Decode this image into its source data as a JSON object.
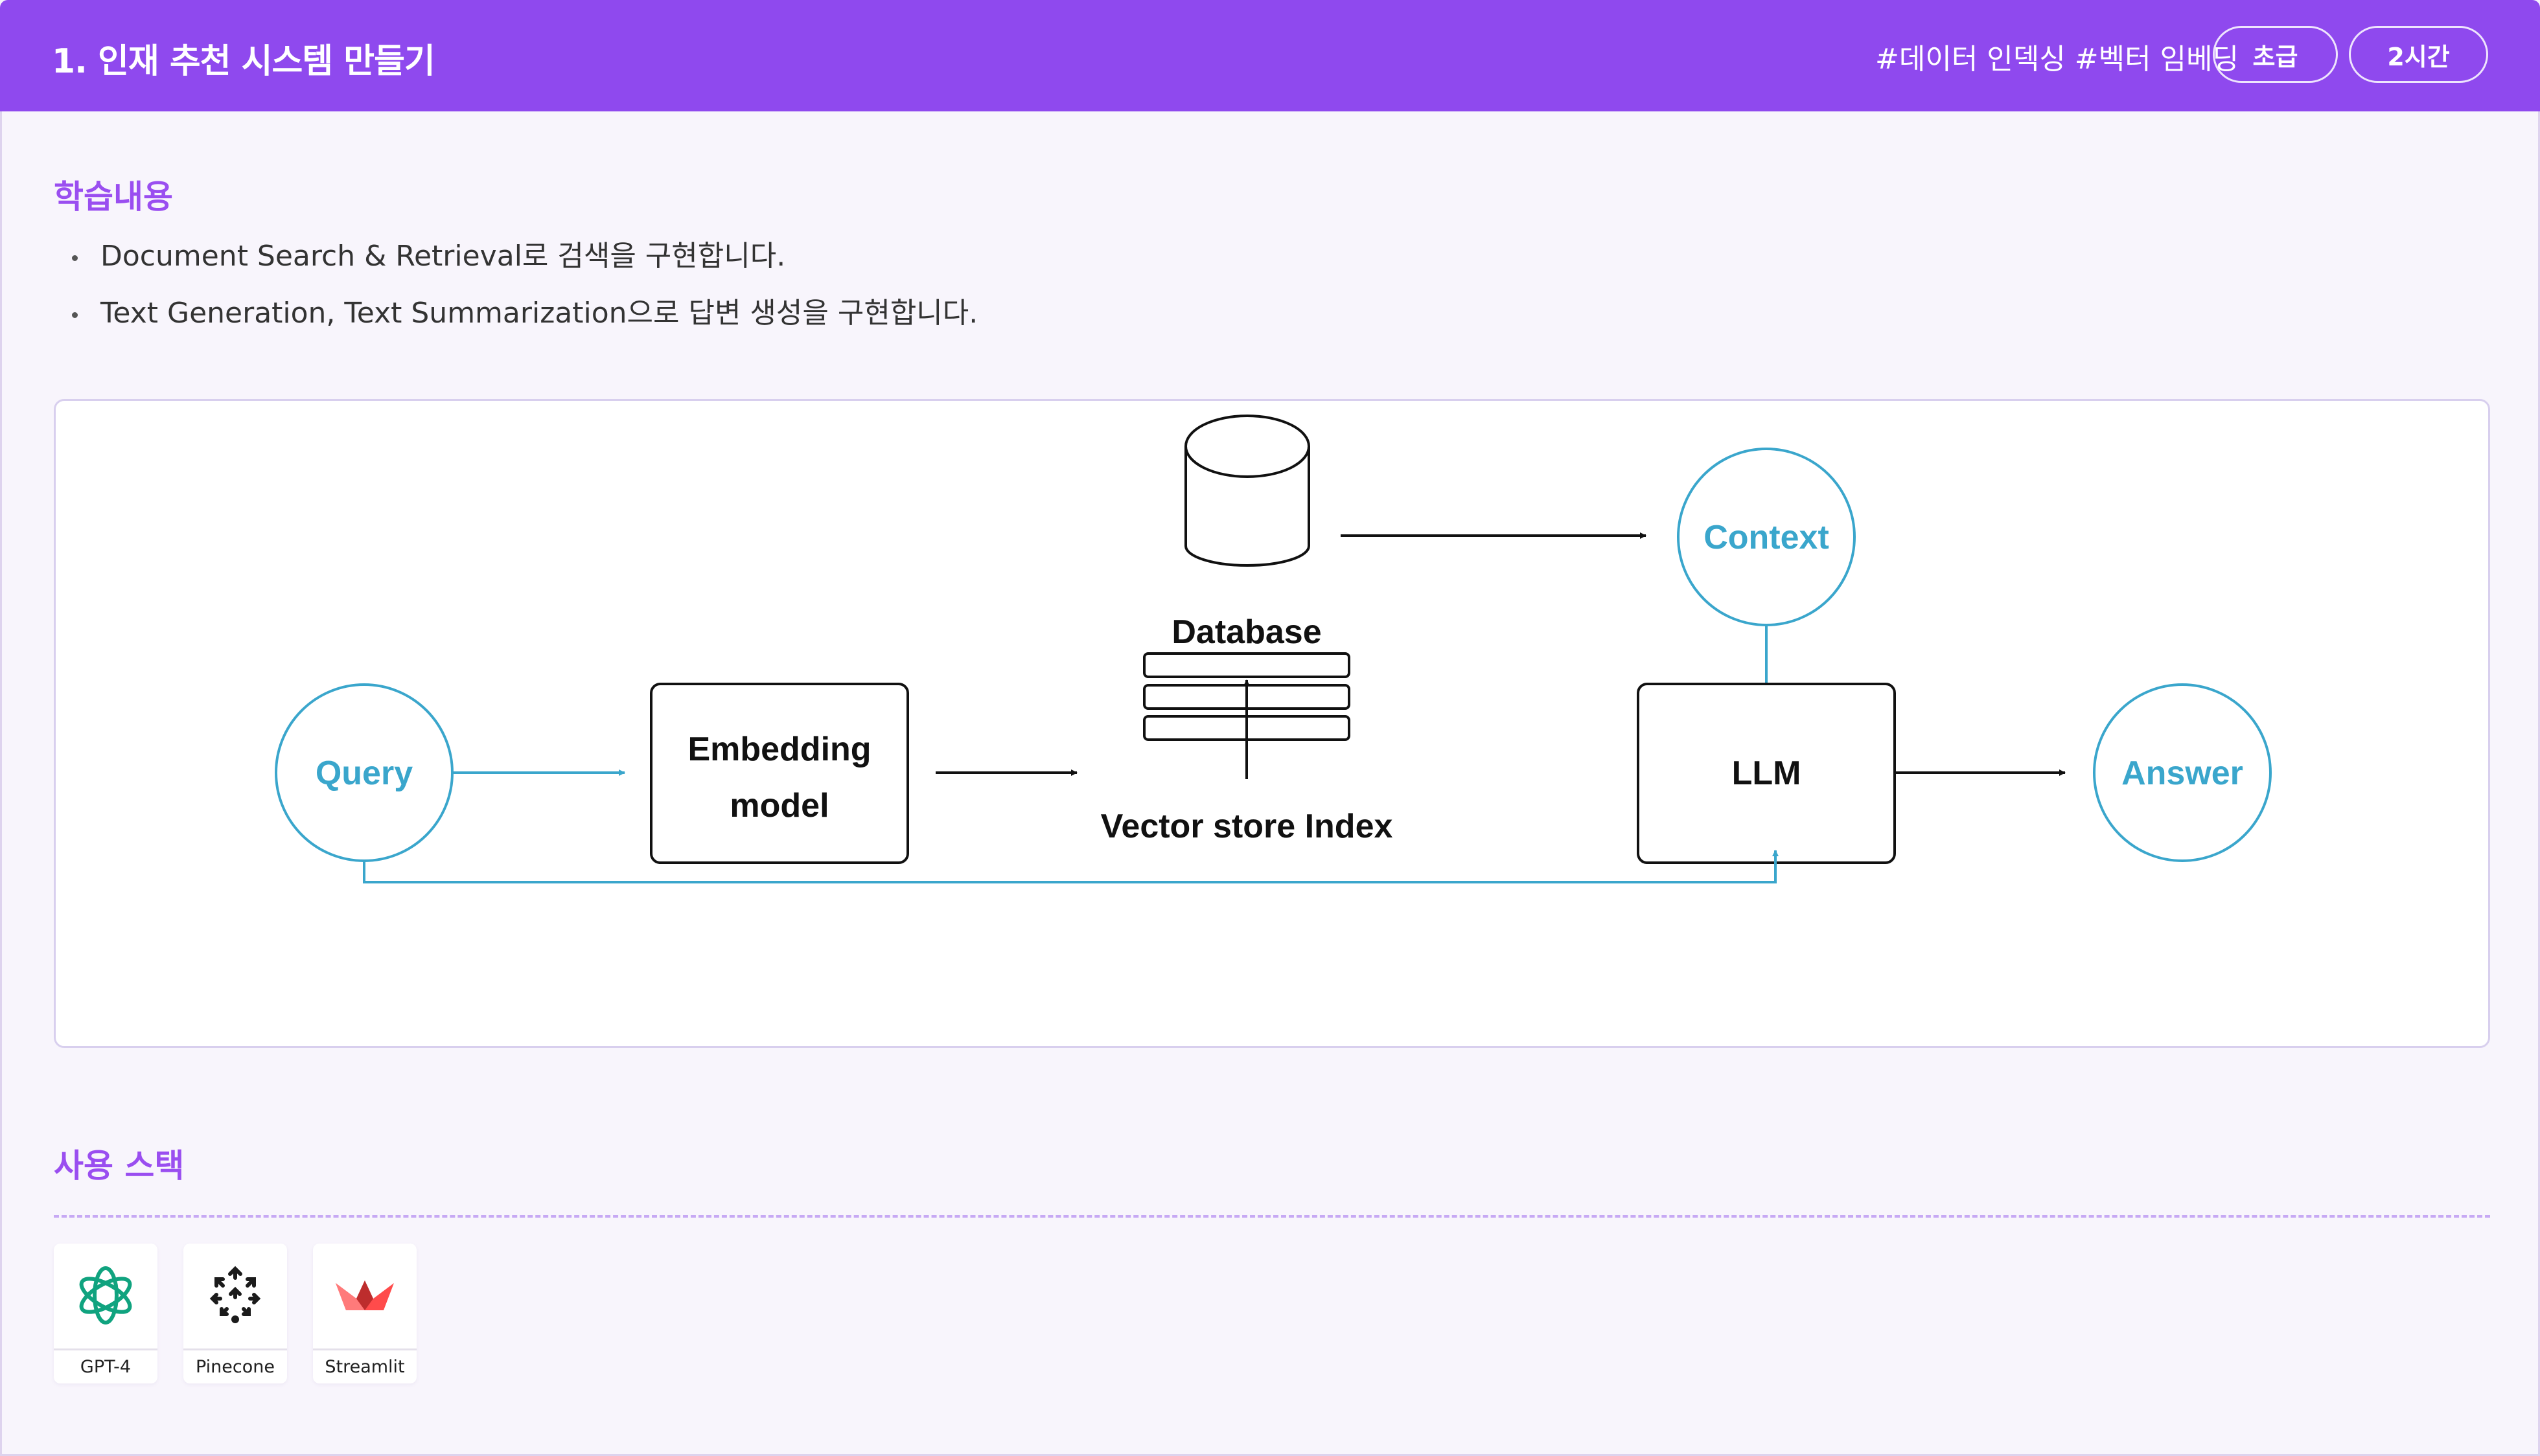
{
  "header": {
    "title": "1. 인재 추천 시스템 만들기",
    "tags": "#데이터 인덱싱  #벡터 임베딩",
    "level_badge": "초급",
    "duration_badge": "2시간"
  },
  "learning": {
    "title": "학습내용",
    "bullets": [
      "Document Search & Retrieval로 검색을 구현합니다.",
      "Text Generation, Text Summarization으로 답변 생성을 구현합니다."
    ]
  },
  "diagram": {
    "nodes": {
      "query": "Query",
      "embedding_line1": "Embedding",
      "embedding_line2": "model",
      "vector_store": "Vector store Index",
      "database": "Database",
      "context": "Context",
      "llm": "LLM",
      "answer": "Answer"
    },
    "colors": {
      "accent_blue": "#3aa6cc",
      "outline": "#111111"
    }
  },
  "stack": {
    "title": "사용 스택",
    "items": [
      {
        "label": "GPT-4",
        "icon": "openai-logo-icon"
      },
      {
        "label": "Pinecone",
        "icon": "pinecone-logo-icon"
      },
      {
        "label": "Streamlit",
        "icon": "streamlit-logo-icon"
      }
    ]
  },
  "colors": {
    "header_bg": "#8f49ee",
    "section_title": "#9a4ef0"
  }
}
